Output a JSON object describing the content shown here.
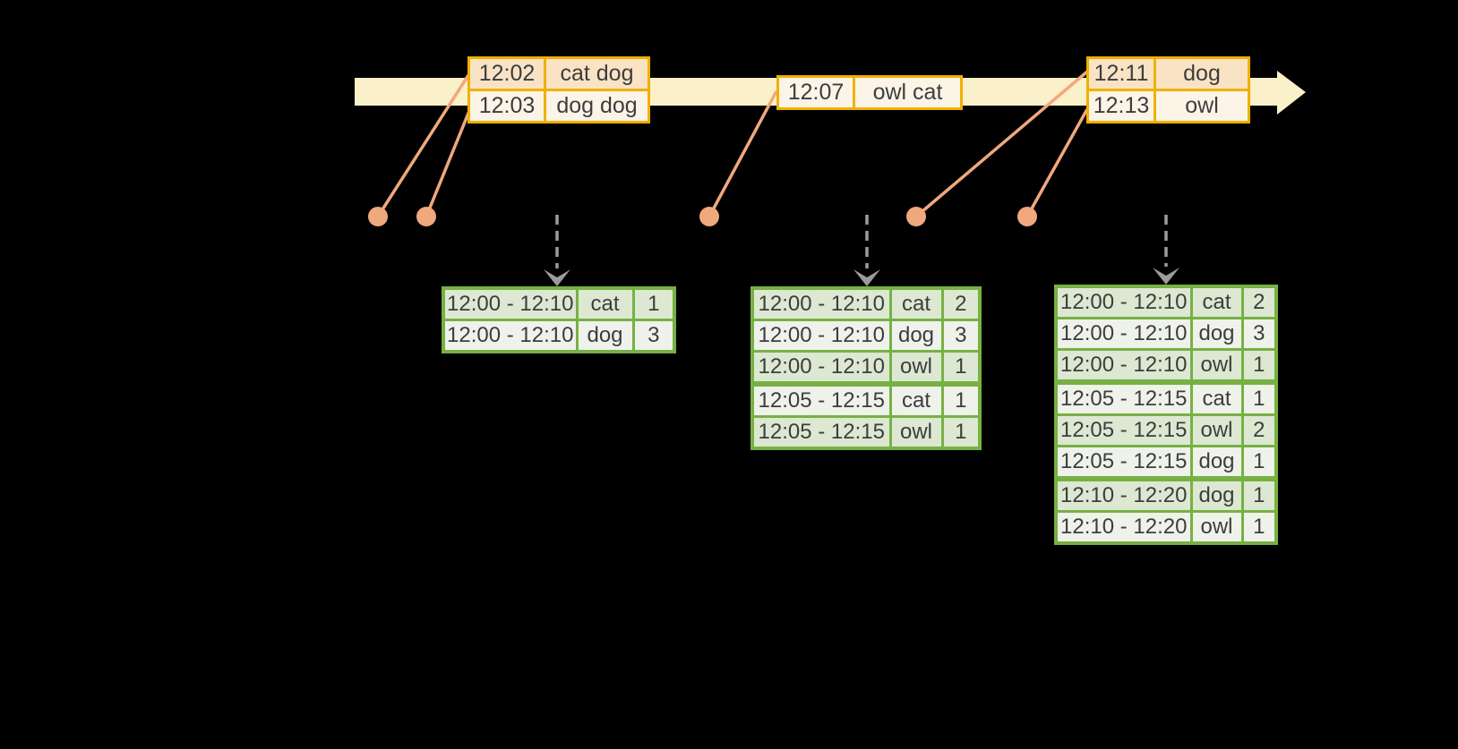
{
  "background": "#000000",
  "palette": {
    "timeline_fill": "#FAF0C9",
    "event_border": "#F0B000",
    "event_row_dark": "#FAE3C5",
    "event_row_light": "#FDF4E8",
    "connector": "#F0A87D",
    "trigger_arrow": "#9B9B9B",
    "result_border": "#77B143",
    "result_row_dark": "#DCE8D2",
    "result_row_light": "#EEF2EB",
    "text": "#3D3D3D"
  },
  "timeline": {
    "event_batches": [
      {
        "rows": [
          {
            "time": "12:02",
            "words": "cat dog",
            "shade": "dark"
          },
          {
            "time": "12:03",
            "words": "dog dog",
            "shade": "light"
          }
        ]
      },
      {
        "rows": [
          {
            "time": "12:07",
            "words": "owl cat",
            "shade": "light"
          }
        ]
      },
      {
        "rows": [
          {
            "time": "12:11",
            "words": "dog",
            "shade": "dark"
          },
          {
            "time": "12:13",
            "words": "owl",
            "shade": "light"
          }
        ]
      }
    ]
  },
  "result_tables": [
    {
      "rows": [
        {
          "window": "12:00 - 12:10",
          "word": "cat",
          "count": "1"
        },
        {
          "window": "12:00 - 12:10",
          "word": "dog",
          "count": "3"
        }
      ]
    },
    {
      "rows": [
        {
          "window": "12:00 - 12:10",
          "word": "cat",
          "count": "2"
        },
        {
          "window": "12:00 - 12:10",
          "word": "dog",
          "count": "3"
        },
        {
          "window": "12:00 - 12:10",
          "word": "owl",
          "count": "1"
        },
        {
          "window": "12:05 - 12:15",
          "word": "cat",
          "count": "1"
        },
        {
          "window": "12:05 - 12:15",
          "word": "owl",
          "count": "1"
        }
      ]
    },
    {
      "rows": [
        {
          "window": "12:00 - 12:10",
          "word": "cat",
          "count": "2"
        },
        {
          "window": "12:00 - 12:10",
          "word": "dog",
          "count": "3"
        },
        {
          "window": "12:00 - 12:10",
          "word": "owl",
          "count": "1"
        },
        {
          "window": "12:05 - 12:15",
          "word": "cat",
          "count": "1"
        },
        {
          "window": "12:05 - 12:15",
          "word": "owl",
          "count": "2"
        },
        {
          "window": "12:05 - 12:15",
          "word": "dog",
          "count": "1"
        },
        {
          "window": "12:10 - 12:20",
          "word": "dog",
          "count": "1"
        },
        {
          "window": "12:10 - 12:20",
          "word": "owl",
          "count": "1"
        }
      ]
    }
  ]
}
